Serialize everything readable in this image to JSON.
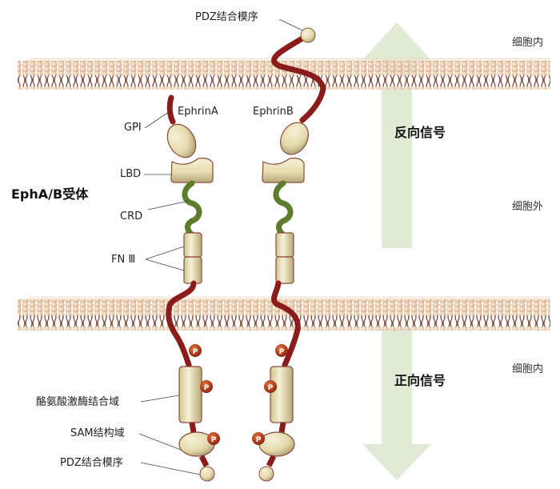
{
  "title": "EphA/B受体",
  "labels": {
    "pdz_top": "PDZ结合模序",
    "ephrinA": "EphrinA",
    "ephrinB": "EphrinB",
    "gpi": "GPI",
    "lbd": "LBD",
    "receptor": "EphA/B受体",
    "crd": "CRD",
    "fn3": "FN Ⅲ",
    "tyrosine_kinase": "酪氨酸激酶结合域",
    "sam": "SAM结构域",
    "pdz_bottom": "PDZ结合模序",
    "phospho": "P"
  },
  "signals": {
    "reverse": "反向信号",
    "forward": "正向信号"
  },
  "regions": {
    "top": "细胞内",
    "middle": "细胞外",
    "bottom": "细胞内"
  },
  "colors": {
    "chain": "#8b1c1c",
    "domain": "#e8e0b8",
    "domain_edge": "#8a4a3a",
    "crd": "#5d7d2c",
    "phospho": "#a8361a",
    "arrow": "#dfe9d2",
    "membrane_head": "#e8c8aa",
    "membrane_tail": "#7a4a3a"
  }
}
